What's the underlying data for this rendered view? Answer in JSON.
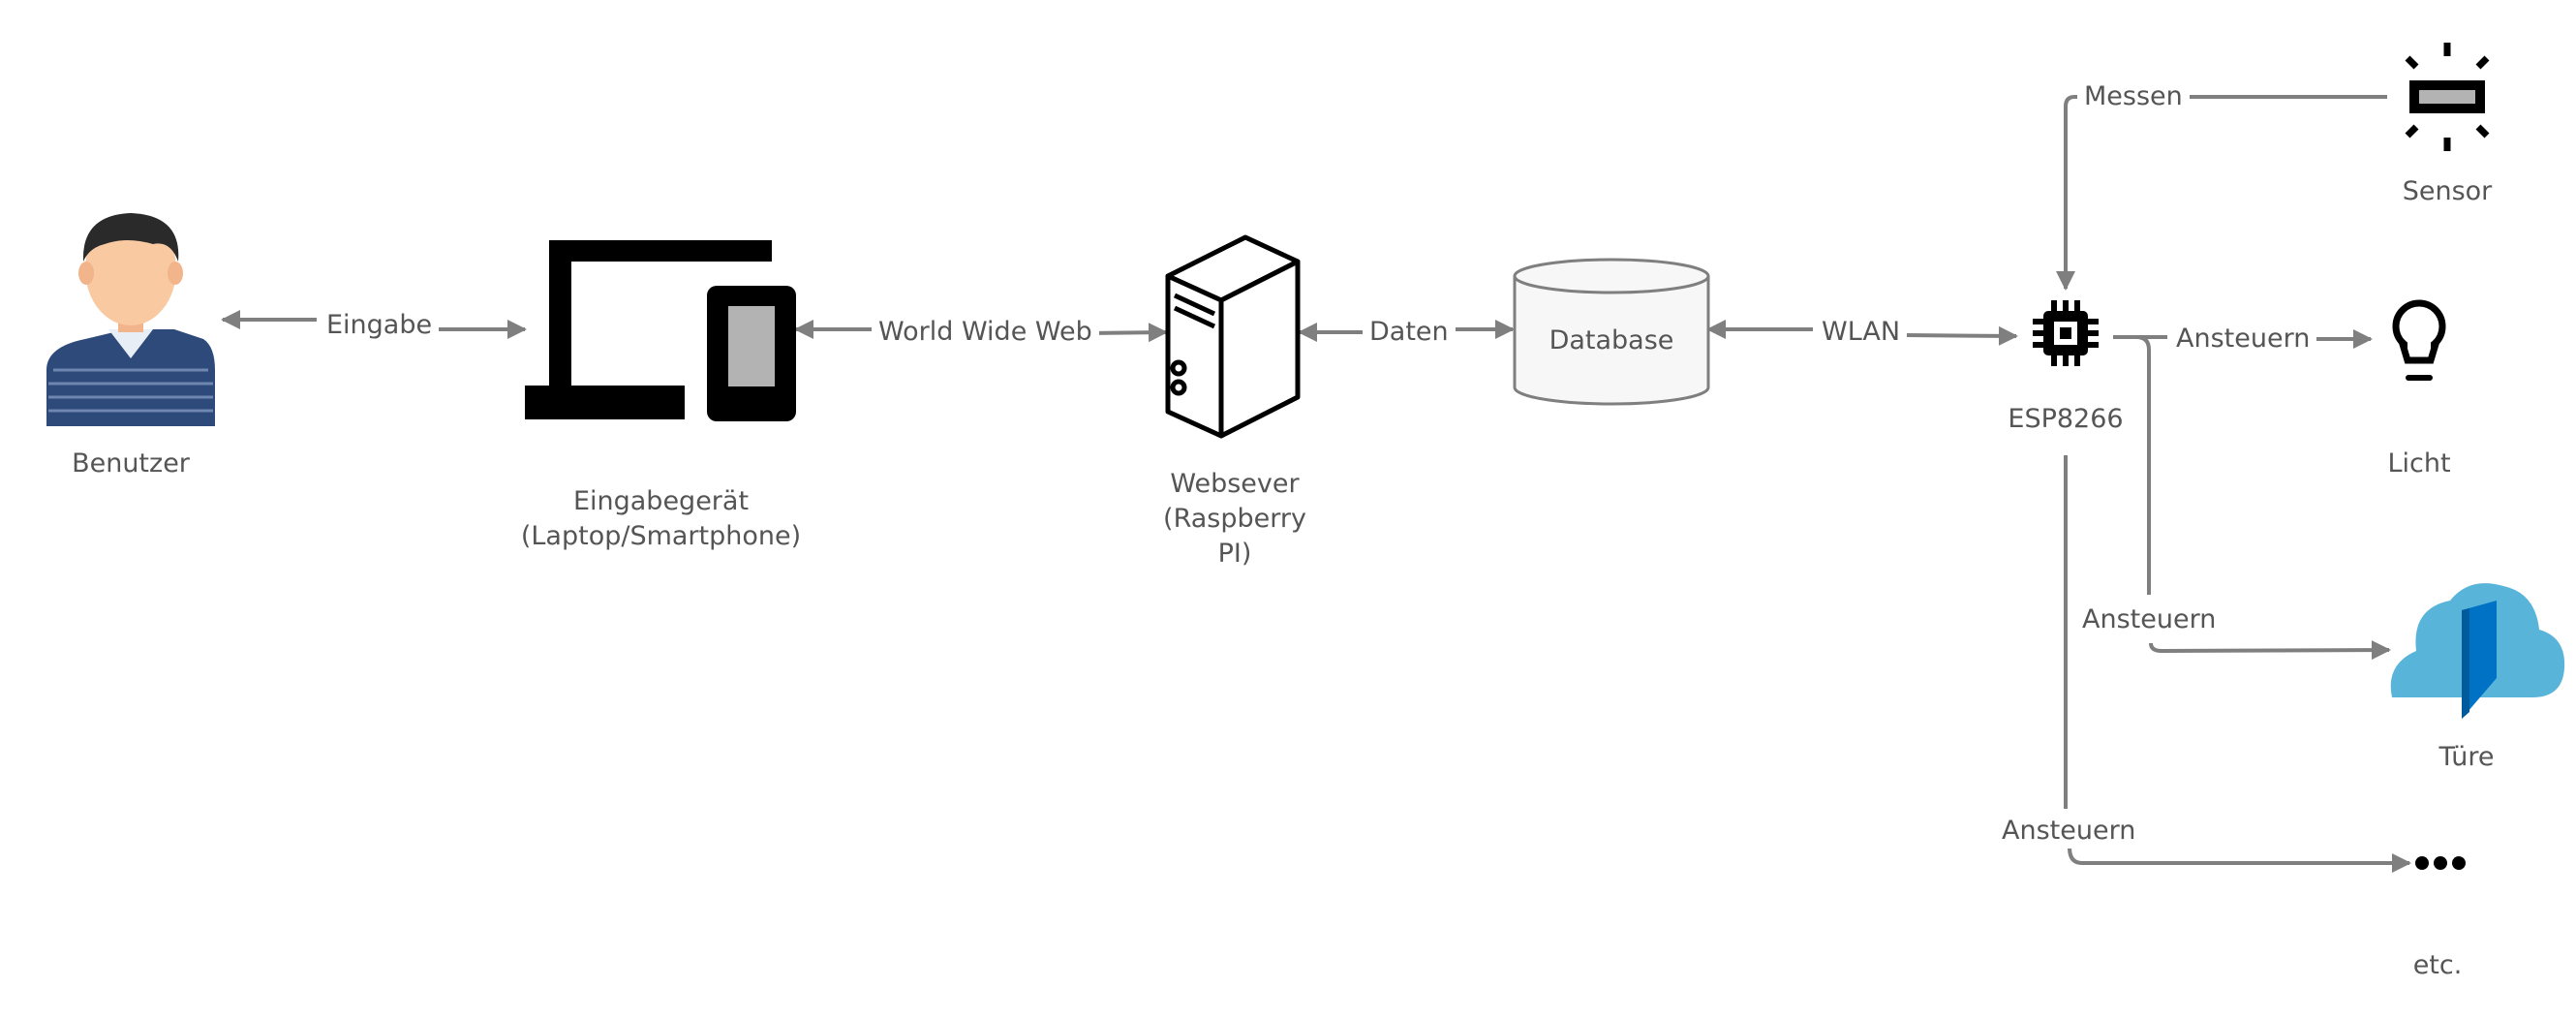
{
  "nodes": {
    "user": {
      "label": "Benutzer"
    },
    "device": {
      "label_line1": "Eingabegerät",
      "label_line2": "(Laptop/Smartphone)"
    },
    "server": {
      "label_line1": "Websever",
      "label_line2": "(Raspberry",
      "label_line3": "PI)"
    },
    "database": {
      "label": "Database"
    },
    "esp": {
      "label": "ESP8266"
    },
    "sensor": {
      "label": "Sensor"
    },
    "light": {
      "label": "Licht"
    },
    "door": {
      "label": "Türe"
    },
    "etc": {
      "label": "etc."
    }
  },
  "edges": {
    "user_device": "Eingabe",
    "device_server": "World Wide Web",
    "server_database": "Daten",
    "database_esp": "WLAN",
    "sensor_esp": "Messen",
    "esp_light": "Ansteuern",
    "esp_door": "Ansteuern",
    "esp_etc": "Ansteuern"
  },
  "colors": {
    "connector": "#7f7f7f",
    "text": "#555555",
    "icon": "#000000",
    "cloud": "#59b4d9",
    "door": "#0072c6",
    "user_shirt": "#2d4a7a",
    "skin": "#f9c9a1"
  }
}
